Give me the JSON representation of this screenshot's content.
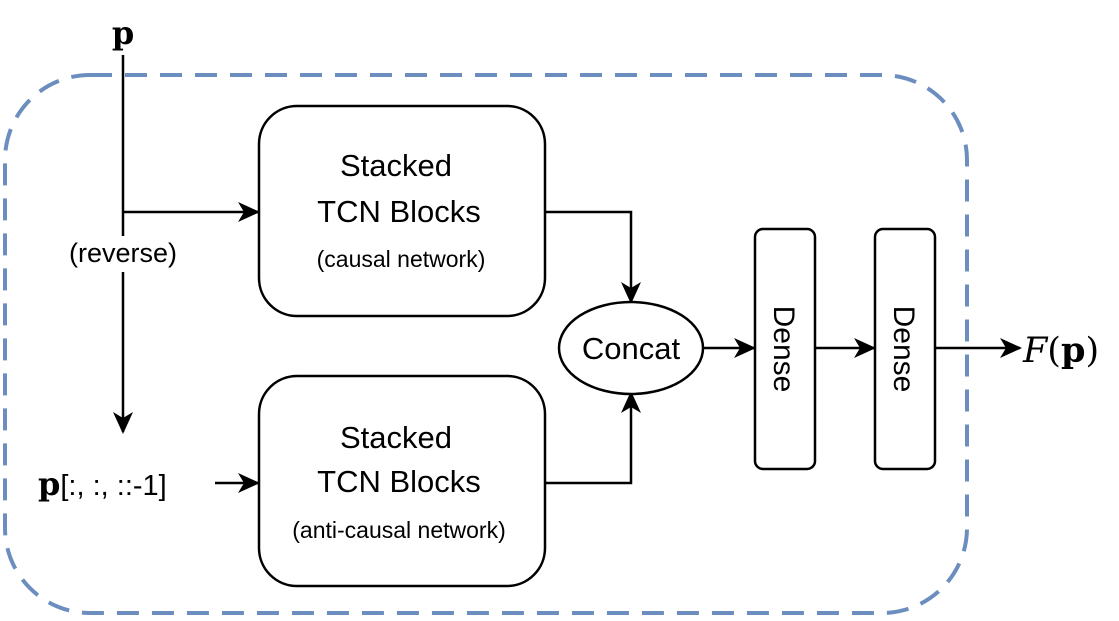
{
  "diagram": {
    "input_symbol": "p",
    "reverse_label": "(reverse)",
    "reversed_input": {
      "symbol": "p",
      "slice": "[:, :, ::-1]"
    },
    "causal_block": {
      "line1": "Stacked",
      "line2": "TCN Blocks",
      "subtitle": "(causal network)"
    },
    "anticausal_block": {
      "line1": "Stacked",
      "line2": "TCN Blocks",
      "subtitle": "(anti-causal network)"
    },
    "concat_label": "Concat",
    "dense1_label": "Dense",
    "dense2_label": "Dense",
    "output": {
      "func": "F",
      "open": "(",
      "arg": "p",
      "close": ")"
    },
    "colors": {
      "container_border": "#6c8ebf",
      "stroke": "#000000"
    }
  }
}
